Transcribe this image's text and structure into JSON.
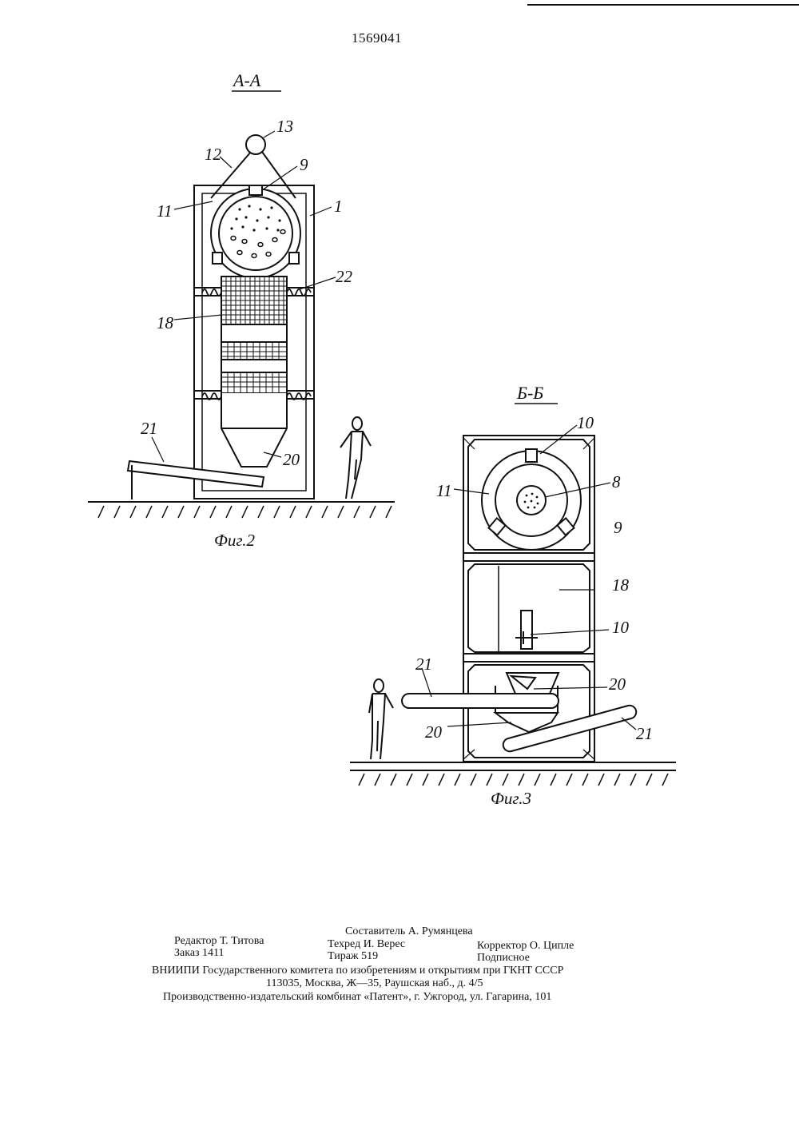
{
  "page": {
    "patent_number": "1569041"
  },
  "figure2": {
    "section_label": "А-А",
    "caption": "Фиг.2",
    "labels": {
      "l1": "1",
      "l9": "9",
      "l11": "11",
      "l12": "12",
      "l13": "13",
      "l18": "18",
      "l20": "20",
      "l21": "21",
      "l22": "22"
    }
  },
  "figure3": {
    "section_label": "Б-Б",
    "caption": "Фиг.3",
    "labels": {
      "l10a": "10",
      "l8": "8",
      "l11": "11",
      "l9": "9",
      "l18": "18",
      "l10b": "10",
      "l20a": "20",
      "l21a": "21",
      "l20b": "20",
      "l21b": "21"
    }
  },
  "colophon": {
    "compiler": "Составитель А. Румянцева",
    "editor": "Редактор Т. Титова",
    "techred": "Техред И. Верес",
    "corrector": "Корректор О. Ципле",
    "order": "Заказ 1411",
    "circulation": "Тираж 519",
    "subscription": "Подписное",
    "org_line": "ВНИИПИ Государственного комитета по изобретениям и открытиям при ГКНТ СССР",
    "address_line": "113035, Москва, Ж—35, Раушская наб., д. 4/5",
    "publisher_line": "Производственно-издательский комбинат «Патент», г. Ужгород, ул. Гагарина, 101"
  }
}
